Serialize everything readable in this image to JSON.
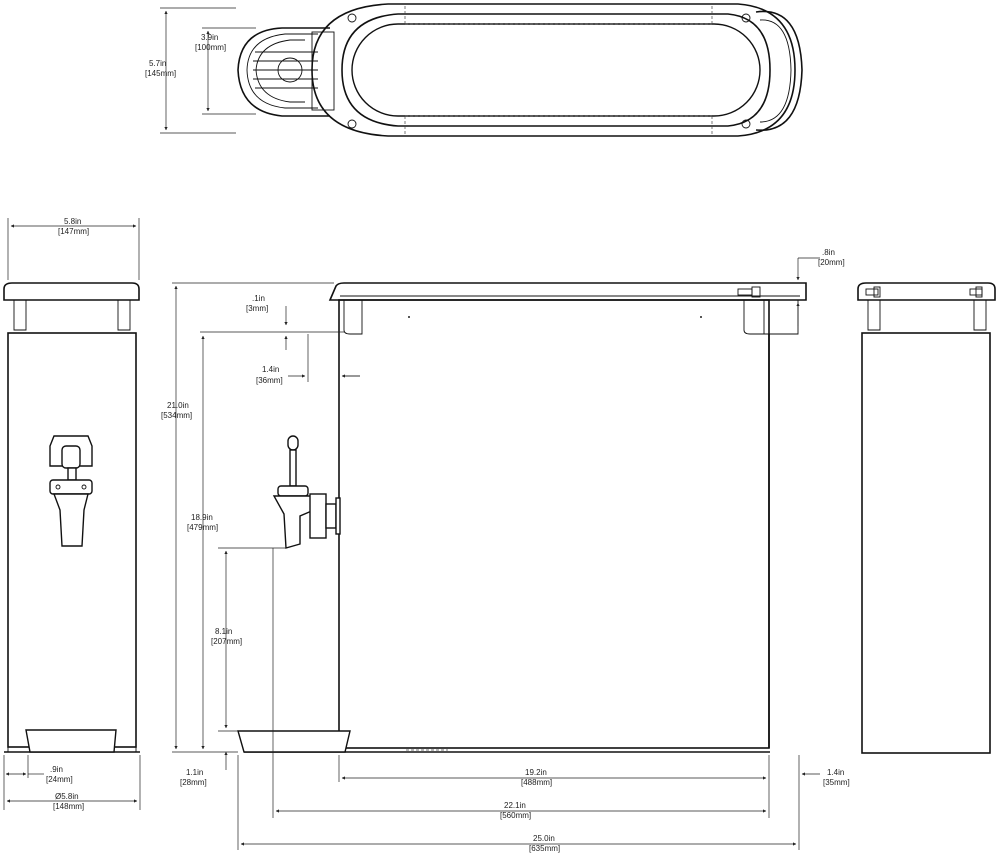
{
  "diagram": {
    "top_view": {
      "height": {
        "in": "5.7in",
        "mm": "[145mm]"
      },
      "faucet_width": {
        "in": "3.9in",
        "mm": "[100mm]"
      }
    },
    "side_view": {
      "width": {
        "in": "5.8in",
        "mm": "[147mm]"
      },
      "drip_tray": {
        "in": ".9in",
        "mm": "[24mm]"
      },
      "base_diameter": {
        "in": "Ø5.8in",
        "mm": "[148mm]"
      }
    },
    "front_view": {
      "lid_height": {
        "in": ".8in",
        "mm": "[20mm]"
      },
      "lid_lip": {
        "in": ".1in",
        "mm": "[3mm]"
      },
      "faucet_offset": {
        "in": "1.4in",
        "mm": "[36mm]"
      },
      "overall_height": {
        "in": "21.0in",
        "mm": "[534mm]"
      },
      "body_height": {
        "in": "18.9in",
        "mm": "[479mm]"
      },
      "faucet_height": {
        "in": "8.1in",
        "mm": "[207mm]"
      },
      "tray_height": {
        "in": "1.1in",
        "mm": "[28mm]"
      },
      "inner_width": {
        "in": "19.2in",
        "mm": "[488mm]"
      },
      "faucet_to_back": {
        "in": "22.1in",
        "mm": "[560mm]"
      },
      "overall_width": {
        "in": "25.0in",
        "mm": "[635mm]"
      },
      "rear_offset": {
        "in": "1.4in",
        "mm": "[35mm]"
      }
    }
  }
}
